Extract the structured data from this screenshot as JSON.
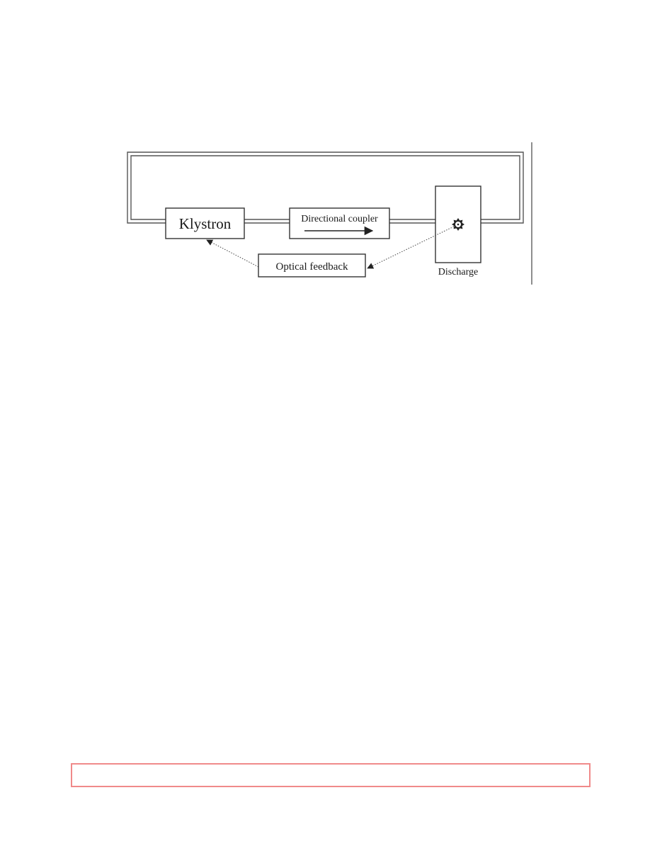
{
  "diagram": {
    "nodes": {
      "klystron": {
        "label": "Klystron"
      },
      "directional_coupler": {
        "label": "Directional coupler"
      },
      "discharge": {
        "label": "Discharge"
      },
      "optical_feedback": {
        "label": "Optical feedback"
      }
    },
    "edges": [
      {
        "from": "klystron",
        "to": "directional_coupler",
        "kind": "waveguide"
      },
      {
        "from": "directional_coupler",
        "to": "discharge",
        "kind": "waveguide"
      },
      {
        "from": "discharge",
        "to": "klystron",
        "kind": "waveguide-return-loop"
      },
      {
        "from": "discharge",
        "to": "optical_feedback",
        "kind": "optical-signal"
      },
      {
        "from": "optical_feedback",
        "to": "klystron",
        "kind": "feedback-signal"
      }
    ],
    "icons": [
      "plasma-glow-icon",
      "arrow-right-icon"
    ]
  },
  "colors": {
    "ink": "#333333",
    "footer_border": "#f08a8a"
  }
}
